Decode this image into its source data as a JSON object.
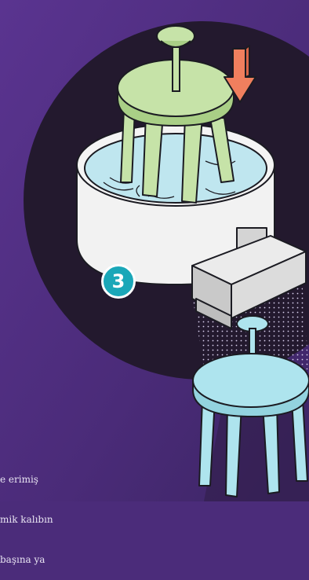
{
  "step": {
    "number": "3"
  },
  "caption": {
    "lines": [
      "e erimiş",
      "mik kalıbın",
      "başına ya"
    ]
  },
  "colors": {
    "background": "#4b2c7a",
    "dark_circle": "#23192e",
    "wax_green": "#c6e3a8",
    "liquid_blue": "#bfe6ef",
    "cast_blue": "#aee4ee",
    "arrow": "#f07f5e",
    "badge": "#1aa7b8"
  },
  "icons": {
    "down_arrow": "arrow-down-icon"
  }
}
